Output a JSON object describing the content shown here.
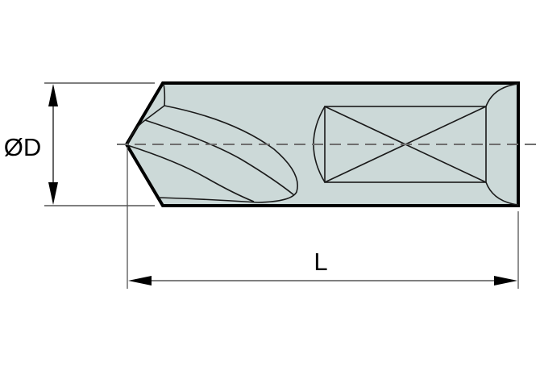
{
  "diagram": {
    "type": "technical-drawing",
    "subject": "drill-tool-side-view",
    "colors": {
      "body_fill": "#ccd9d8",
      "outline": "#000000",
      "centerline": "#6e6e6e",
      "dimension_line": "#555555"
    },
    "dimensions": {
      "diameter": {
        "label": "ØD"
      },
      "length": {
        "label": "L"
      }
    }
  }
}
